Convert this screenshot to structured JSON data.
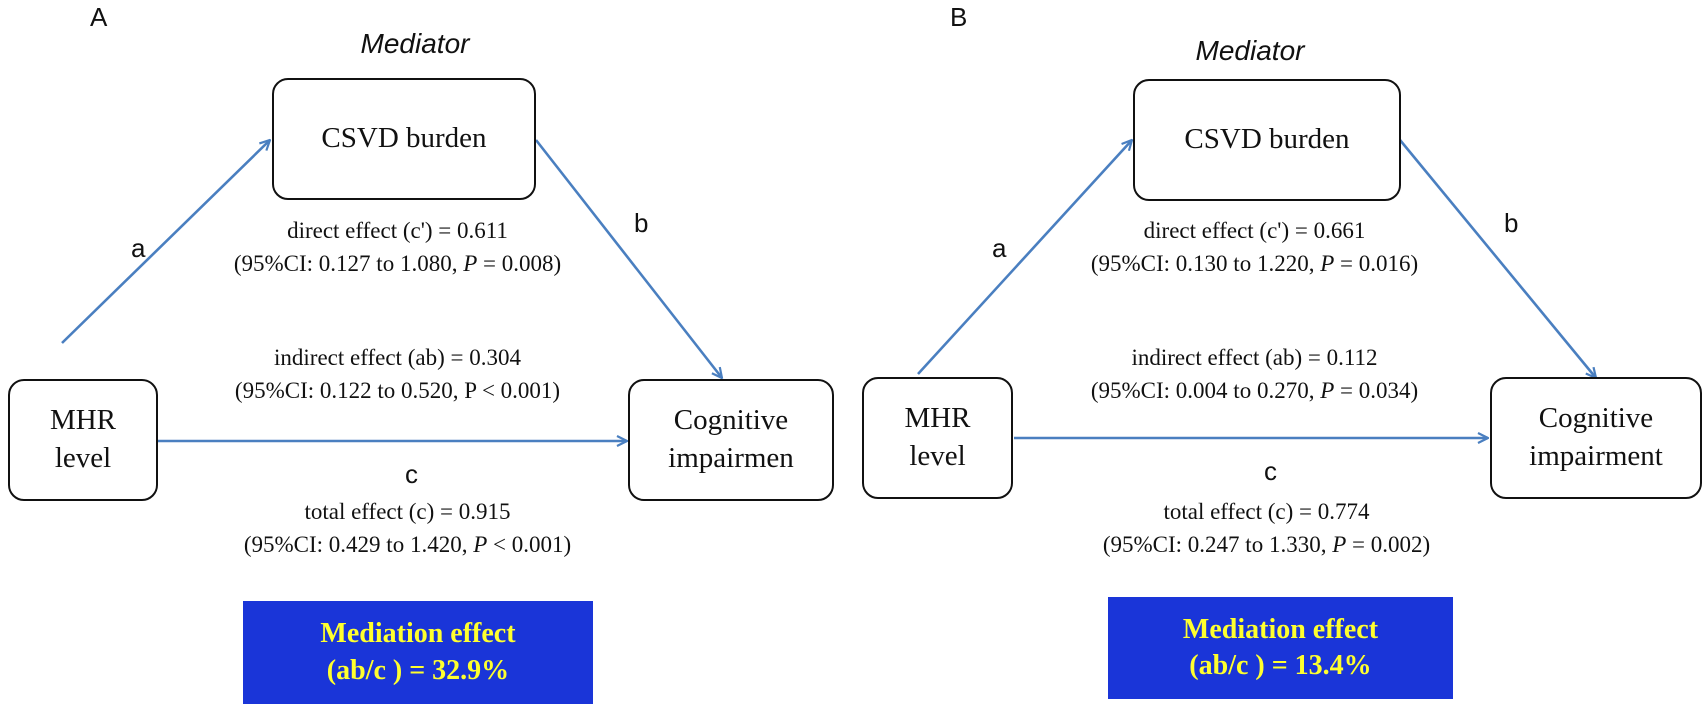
{
  "panels": [
    {
      "letter": "A",
      "mediator_title": "Mediator",
      "mediator_label": "CSVD burden",
      "x_label": [
        "MHR",
        "level"
      ],
      "y_label": [
        "Cognitive",
        "impairmen"
      ],
      "path_a": "a",
      "path_b": "b",
      "path_c": "c",
      "direct": {
        "line1": "direct effect (c') = 0.611",
        "ci": "(95%CI: 0.127 to 1.080, ",
        "p": "P",
        "pval": " = 0.008)"
      },
      "indirect": {
        "line1": "indirect effect (ab) = 0.304",
        "line2": "(95%CI: 0.122 to 0.520, P < 0.001)"
      },
      "total": {
        "line1": "total effect (c) = 0.915",
        "ci": "(95%CI: 0.429 to 1.420, ",
        "p": "P",
        "pval": " < 0.001)"
      },
      "mediation": {
        "line1": "Mediation effect",
        "line2": "(ab/c ) = 32.9%"
      }
    },
    {
      "letter": "B",
      "mediator_title": "Mediator",
      "mediator_label": "CSVD burden",
      "x_label": [
        "MHR",
        "level"
      ],
      "y_label": [
        "Cognitive",
        "impairment"
      ],
      "path_a": "a",
      "path_b": "b",
      "path_c": "c",
      "direct": {
        "line1": "direct effect (c') = 0.661",
        "ci": "(95%CI: 0.130 to 1.220, ",
        "p": "P",
        "pval": " = 0.016)"
      },
      "indirect": {
        "line1": "indirect effect (ab) = 0.112",
        "ci": "(95%CI: 0.004 to 0.270, ",
        "p": "P",
        "pval": " = 0.034)"
      },
      "total": {
        "line1": "total effect (c) = 0.774",
        "ci": "(95%CI: 0.247 to 1.330, ",
        "p": "P",
        "pval": " = 0.002)"
      },
      "mediation": {
        "line1": "Mediation effect",
        "line2": "(ab/c ) = 13.4%"
      }
    }
  ],
  "colors": {
    "arrow": "#4a7fc0",
    "result_bg": "#1a35d8",
    "result_text": "#ffff2e"
  }
}
